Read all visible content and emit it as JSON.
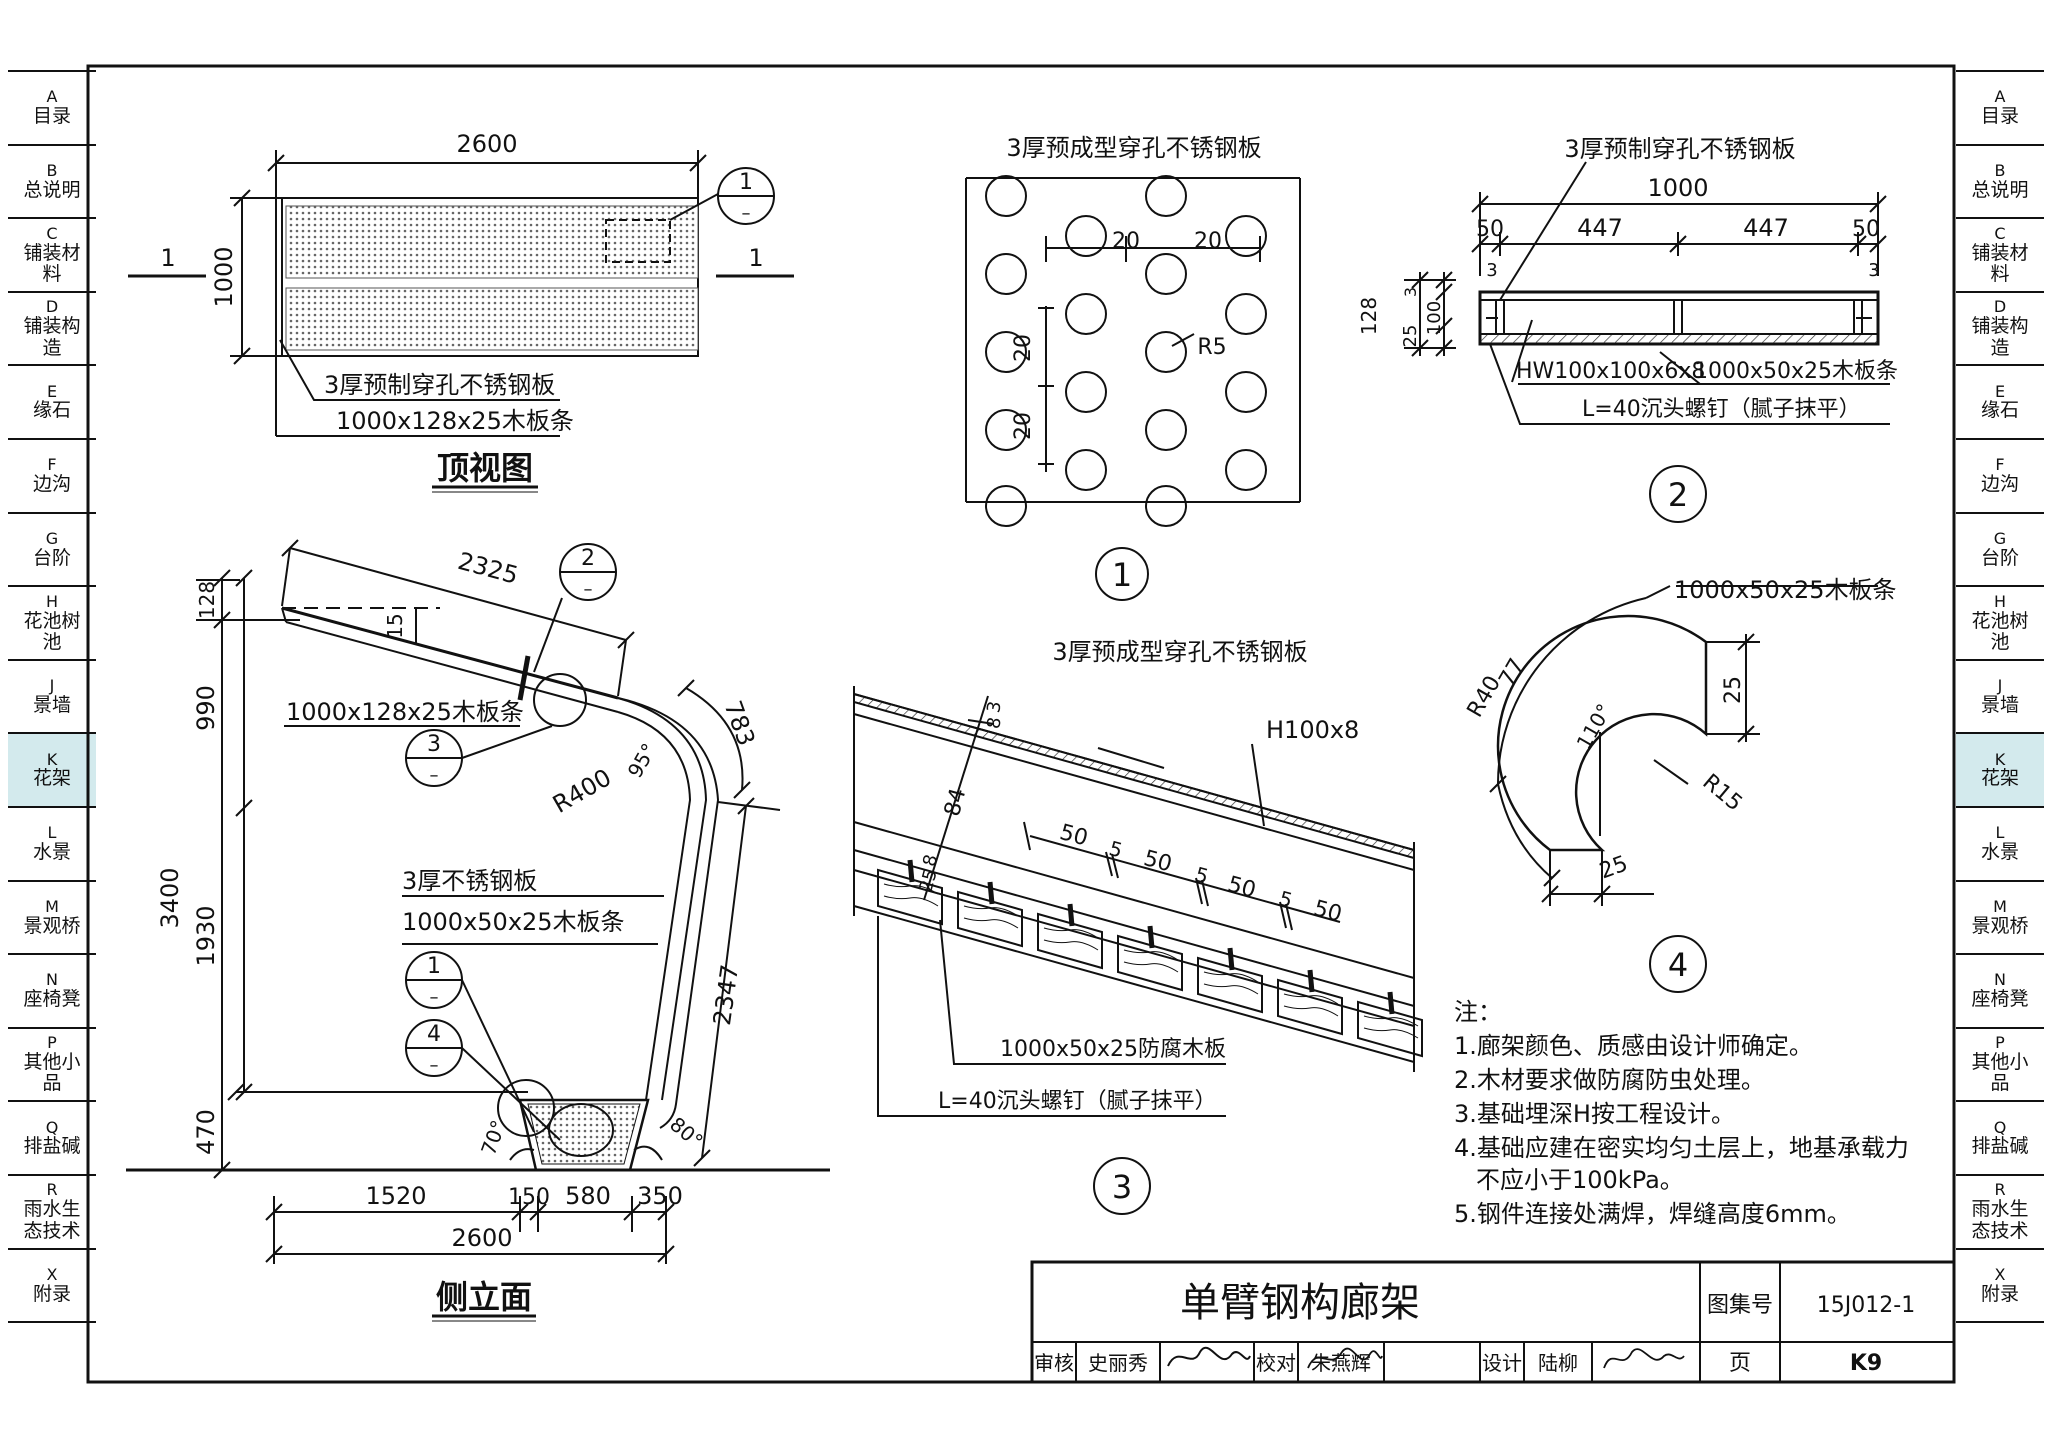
{
  "nav": {
    "items": [
      {
        "code": "A",
        "label": "目录"
      },
      {
        "code": "B",
        "label": "总说明"
      },
      {
        "code": "C",
        "label": "铺装材料"
      },
      {
        "code": "D",
        "label": "铺装构造"
      },
      {
        "code": "E",
        "label": "缘石"
      },
      {
        "code": "F",
        "label": "边沟"
      },
      {
        "code": "G",
        "label": "台阶"
      },
      {
        "code": "H",
        "label": "花池树池"
      },
      {
        "code": "J",
        "label": "景墙"
      },
      {
        "code": "K",
        "label": "花架"
      },
      {
        "code": "L",
        "label": "水景"
      },
      {
        "code": "M",
        "label": "景观桥"
      },
      {
        "code": "N",
        "label": "座椅凳"
      },
      {
        "code": "P",
        "label": "其他小品"
      },
      {
        "code": "Q",
        "label": "排盐碱"
      },
      {
        "code": "R",
        "label": "雨水生态技术"
      },
      {
        "code": "X",
        "label": "附录"
      }
    ],
    "active_code": "K",
    "active_color": "#d3eaed"
  },
  "top_view": {
    "title": "顶视图",
    "dim_width": "2600",
    "dim_height": "1000",
    "section_mark": "1",
    "callout_num": "1",
    "callout_sheet": "–",
    "label_plate": "3厚预制穿孔不锈钢板",
    "label_board": "1000x128x25木板条"
  },
  "side_view": {
    "title": "侧立面",
    "dim_top": "2325",
    "dim_128": "128",
    "dim_15": "15",
    "dim_990": "990",
    "dim_3400": "3400",
    "dim_1930": "1930",
    "dim_470": "470",
    "dim_783": "783",
    "dim_2347": "2347",
    "angle_95": "95°",
    "angle_70": "70°",
    "angle_80": "80°",
    "radius": "R400",
    "dims_bottom": [
      "1520",
      "150",
      "580",
      "350"
    ],
    "dim_total": "2600",
    "label_board_top": "1000x128x25木板条",
    "label_plate": "3厚不锈钢板",
    "label_board": "1000x50x25木板条",
    "callout2": {
      "num": "2",
      "sheet": "–"
    },
    "callout3": {
      "num": "3",
      "sheet": "–"
    },
    "callout1": {
      "num": "1",
      "sheet": "–"
    },
    "callout4": {
      "num": "4",
      "sheet": "–"
    }
  },
  "detail1": {
    "number": "1",
    "label": "3厚预成型穿孔不锈钢板",
    "dim_a": "20",
    "dim_b": "20",
    "dim_c": "20",
    "dim_d": "20",
    "radius": "R5"
  },
  "detail2": {
    "number": "2",
    "label_top": "3厚预制穿孔不锈钢板",
    "dim_total": "1000",
    "dims": [
      "50",
      "447",
      "447",
      "50"
    ],
    "dim_3a": "3",
    "dim_3b": "3",
    "dim_128": "128",
    "dim_3": "3",
    "dim_25": "25",
    "dim_100": "100",
    "label_hw": "HW100x100x6x8",
    "label_board": "1000x50x25木板条",
    "label_screw": "L=40沉头螺钉（腻子抹平）"
  },
  "detail3": {
    "number": "3",
    "label_plate": "3厚预成型穿孔不锈钢板",
    "label_h": "H100x8",
    "dim_8": "8",
    "dim_3": "3",
    "dim_84": "84",
    "dim_25": "25",
    "dim_8b": "8",
    "spacing": [
      "50",
      "5",
      "50",
      "5",
      "50",
      "5",
      "50"
    ],
    "label_board": "1000x50x25防腐木板",
    "label_screw": "L=40沉头螺钉（腻子抹平）"
  },
  "detail4": {
    "number": "4",
    "label_board": "1000x50x25木板条",
    "radius_outer": "R40",
    "arc_len": "77",
    "angle": "110°",
    "dim_25a": "25",
    "dim_25b": "25",
    "radius_inner": "R15"
  },
  "notes": {
    "heading": "注：",
    "items": [
      "1.廊架颜色、质感由设计师确定。",
      "2.木材要求做防腐防虫处理。",
      "3.基础埋深H按工程设计。",
      "4.基础应建在密实均匀土层上，地基承载力",
      "不应小于100kPa。",
      "5.钢件连接处满焊，焊缝高度6mm。"
    ]
  },
  "title_block": {
    "title": "单臂钢构廊架",
    "atlas_label": "图集号",
    "atlas_no": "15J012-1",
    "review_label": "审核",
    "review_name": "史丽秀",
    "check_label": "校对",
    "check_name": "朱燕辉",
    "design_label": "设计",
    "design_name": "陆柳",
    "page_label": "页",
    "page_no": "K9"
  }
}
